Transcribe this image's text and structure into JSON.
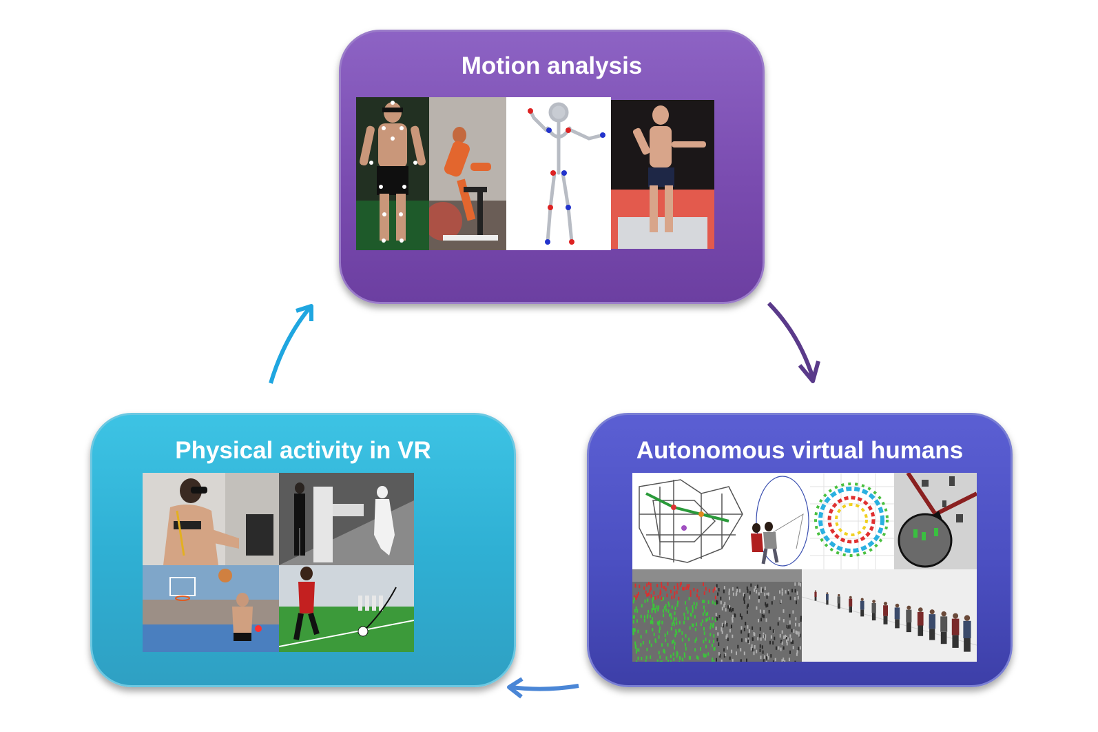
{
  "boxes": {
    "motion": {
      "title": "Motion analysis"
    },
    "vr": {
      "title": "Physical activity in VR"
    },
    "autonomous": {
      "title": "Autonomous virtual humans"
    }
  },
  "colors": {
    "motion_box": "#7a4cb0",
    "vr_box": "#2fb0d4",
    "autonomous_box": "#4b4fc1",
    "arrow_motion_to_autonomous": "#5a3a8a",
    "arrow_autonomous_to_vr": "#4a86d6",
    "arrow_vr_to_motion": "#1fa6e0"
  },
  "photo_subjects": {
    "motion": [
      "mocap-markers-person",
      "cycling-mocap",
      "skeleton-model",
      "force-plate-person"
    ],
    "vr": [
      "haptic-arm-user",
      "virtual-walker",
      "basketball-vr",
      "soccer-free-kick"
    ],
    "autonomous": [
      "city-navigation-map",
      "virtual-interaction",
      "trajectory-field",
      "camera-view-street",
      "crowd-simulation",
      "walking-line"
    ]
  }
}
